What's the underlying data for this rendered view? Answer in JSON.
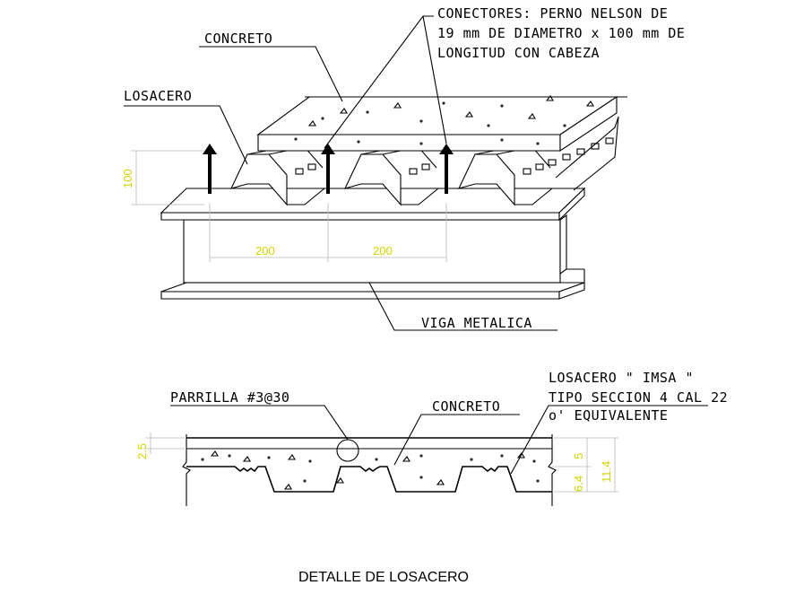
{
  "colors": {
    "line": "#000000",
    "dimension_text": "#d4d400",
    "dimension_line": "#b8b8b8",
    "background": "#ffffff"
  },
  "labels": {
    "concreto_top": "CONCRETO",
    "conectores_line1": "CONECTORES:  PERNO NELSON DE",
    "conectores_line2": "19 mm DE DIAMETRO x 100 mm DE",
    "conectores_line3": "LONGITUD CON CABEZA",
    "losacero_top": "LOSACERO",
    "viga": "VIGA METALICA",
    "parrilla": "PARRILLA #3@30",
    "concreto_bottom": "CONCRETO",
    "losacero_spec_line1": "LOSACERO \" IMSA \"",
    "losacero_spec_line2": "TIPO SECCION 4 CAL 22",
    "losacero_spec_line3": "o' EQUIVALENTE"
  },
  "dimensions": {
    "height_100": "100",
    "spacing_200_a": "200",
    "spacing_200_b": "200",
    "dim_2_5": "2.5",
    "dim_5": "5",
    "dim_6_4": "6.4",
    "dim_11_4": "11.4"
  },
  "title": "DETALLE DE LOSACERO"
}
